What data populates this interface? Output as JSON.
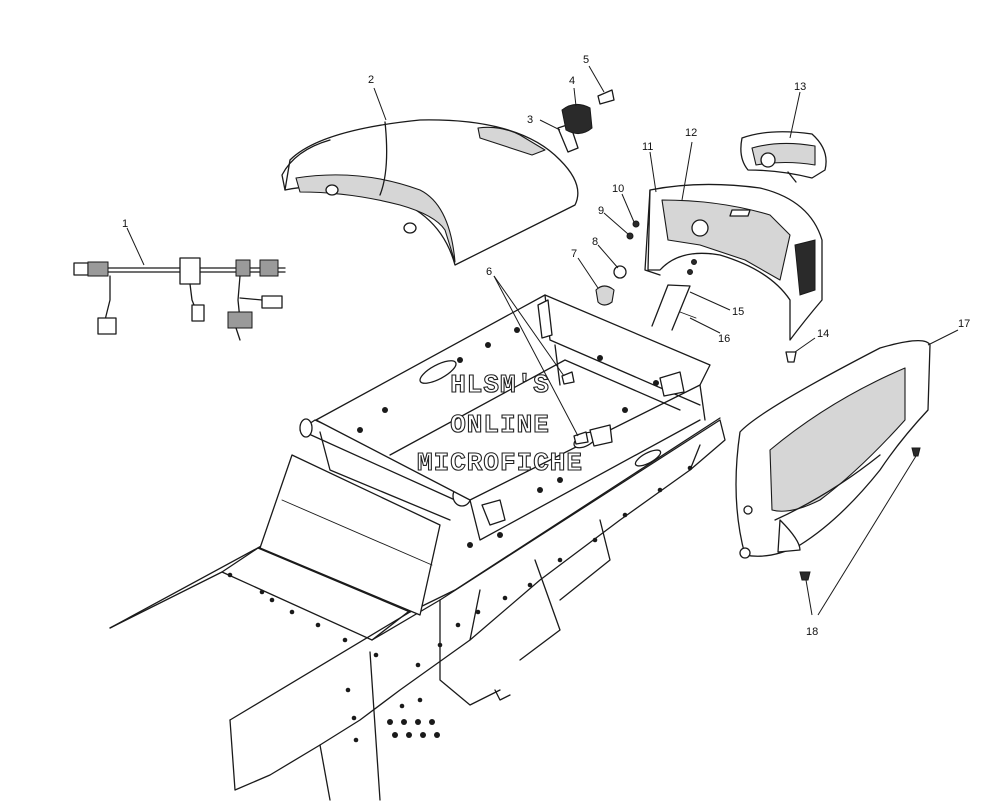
{
  "watermark": {
    "line1": "HLSM'S",
    "line2": "ONLINE",
    "line3": "MICROFICHE"
  },
  "callouts": [
    {
      "label": "1",
      "part": "wiring-harness"
    },
    {
      "label": "2",
      "part": "seat"
    },
    {
      "label": "3",
      "part": "bracket"
    },
    {
      "label": "4",
      "part": "ignition-switch"
    },
    {
      "label": "5",
      "part": "key"
    },
    {
      "label": "6",
      "part": "screw"
    },
    {
      "label": "7",
      "part": "bulb"
    },
    {
      "label": "8",
      "part": "socket"
    },
    {
      "label": "9",
      "part": "nut"
    },
    {
      "label": "10",
      "part": "washer"
    },
    {
      "label": "11",
      "part": "tail-housing"
    },
    {
      "label": "12",
      "part": "tail-lens-frame"
    },
    {
      "label": "13",
      "part": "tail-lens"
    },
    {
      "label": "14",
      "part": "rivet"
    },
    {
      "label": "15",
      "part": "strap"
    },
    {
      "label": "16",
      "part": "clip"
    },
    {
      "label": "17",
      "part": "side-panel"
    },
    {
      "label": "18",
      "part": "push-rivet"
    }
  ],
  "colors": {
    "ink": "#1a1a1a",
    "background": "#ffffff",
    "shade": "#9a9a9a"
  }
}
